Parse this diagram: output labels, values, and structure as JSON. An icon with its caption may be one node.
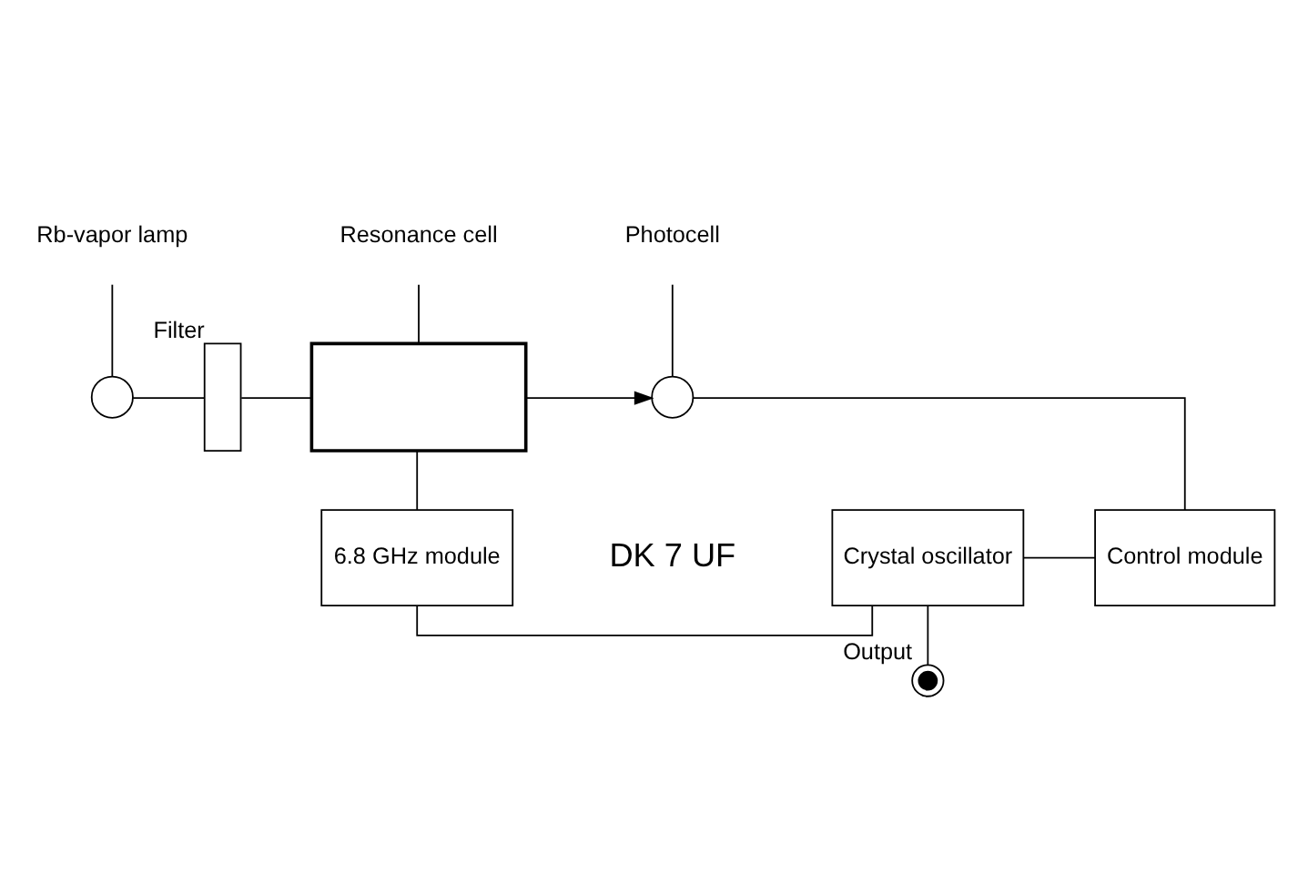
{
  "diagram": {
    "nodes": [
      {
        "text": [
          "Rb-vapor lamp"
        ]
      },
      {
        "text": [],
        "shape": "circle"
      },
      {
        "text": [],
        "shape": "box",
        "beside": [
          "Filter"
        ]
      },
      {
        "text": [
          "Resonance cell"
        ]
      },
      {
        "text": [],
        "shape": "box"
      },
      {
        "text": [
          "Photocell"
        ]
      },
      {
        "text": [],
        "shape": "circle"
      },
      {
        "text": [
          "6.8 GHz module"
        ]
      },
      {
        "text": [
          "Crystal oscillator"
        ]
      },
      {
        "text": [
          "Control module"
        ]
      },
      {
        "text": [],
        "shape": "circle",
        "beside": [
          "Output"
        ]
      }
    ],
    "edges": [
      {
        "from": 0,
        "to": 1,
        "arrow": "none"
      },
      {
        "from": 3,
        "to": 4,
        "arrow": "none"
      },
      {
        "from": 5,
        "to": 6,
        "arrow": "none"
      },
      {
        "from": 1,
        "to": 2,
        "arrow": "none"
      },
      {
        "from": 2,
        "to": 4,
        "arrow": "none"
      },
      {
        "from": 4,
        "to": 6,
        "arrow": "to"
      },
      {
        "from": 6,
        "to": 9,
        "arrow": "none"
      },
      {
        "from": 4,
        "to": 7,
        "arrow": "none"
      },
      {
        "from": 7,
        "to": 8,
        "arrow": "none"
      },
      {
        "from": 8,
        "to": 9,
        "arrow": "none"
      },
      {
        "from": 8,
        "to": 10,
        "arrow": "none"
      }
    ],
    "labels": [
      "DK 7 UF"
    ]
  }
}
